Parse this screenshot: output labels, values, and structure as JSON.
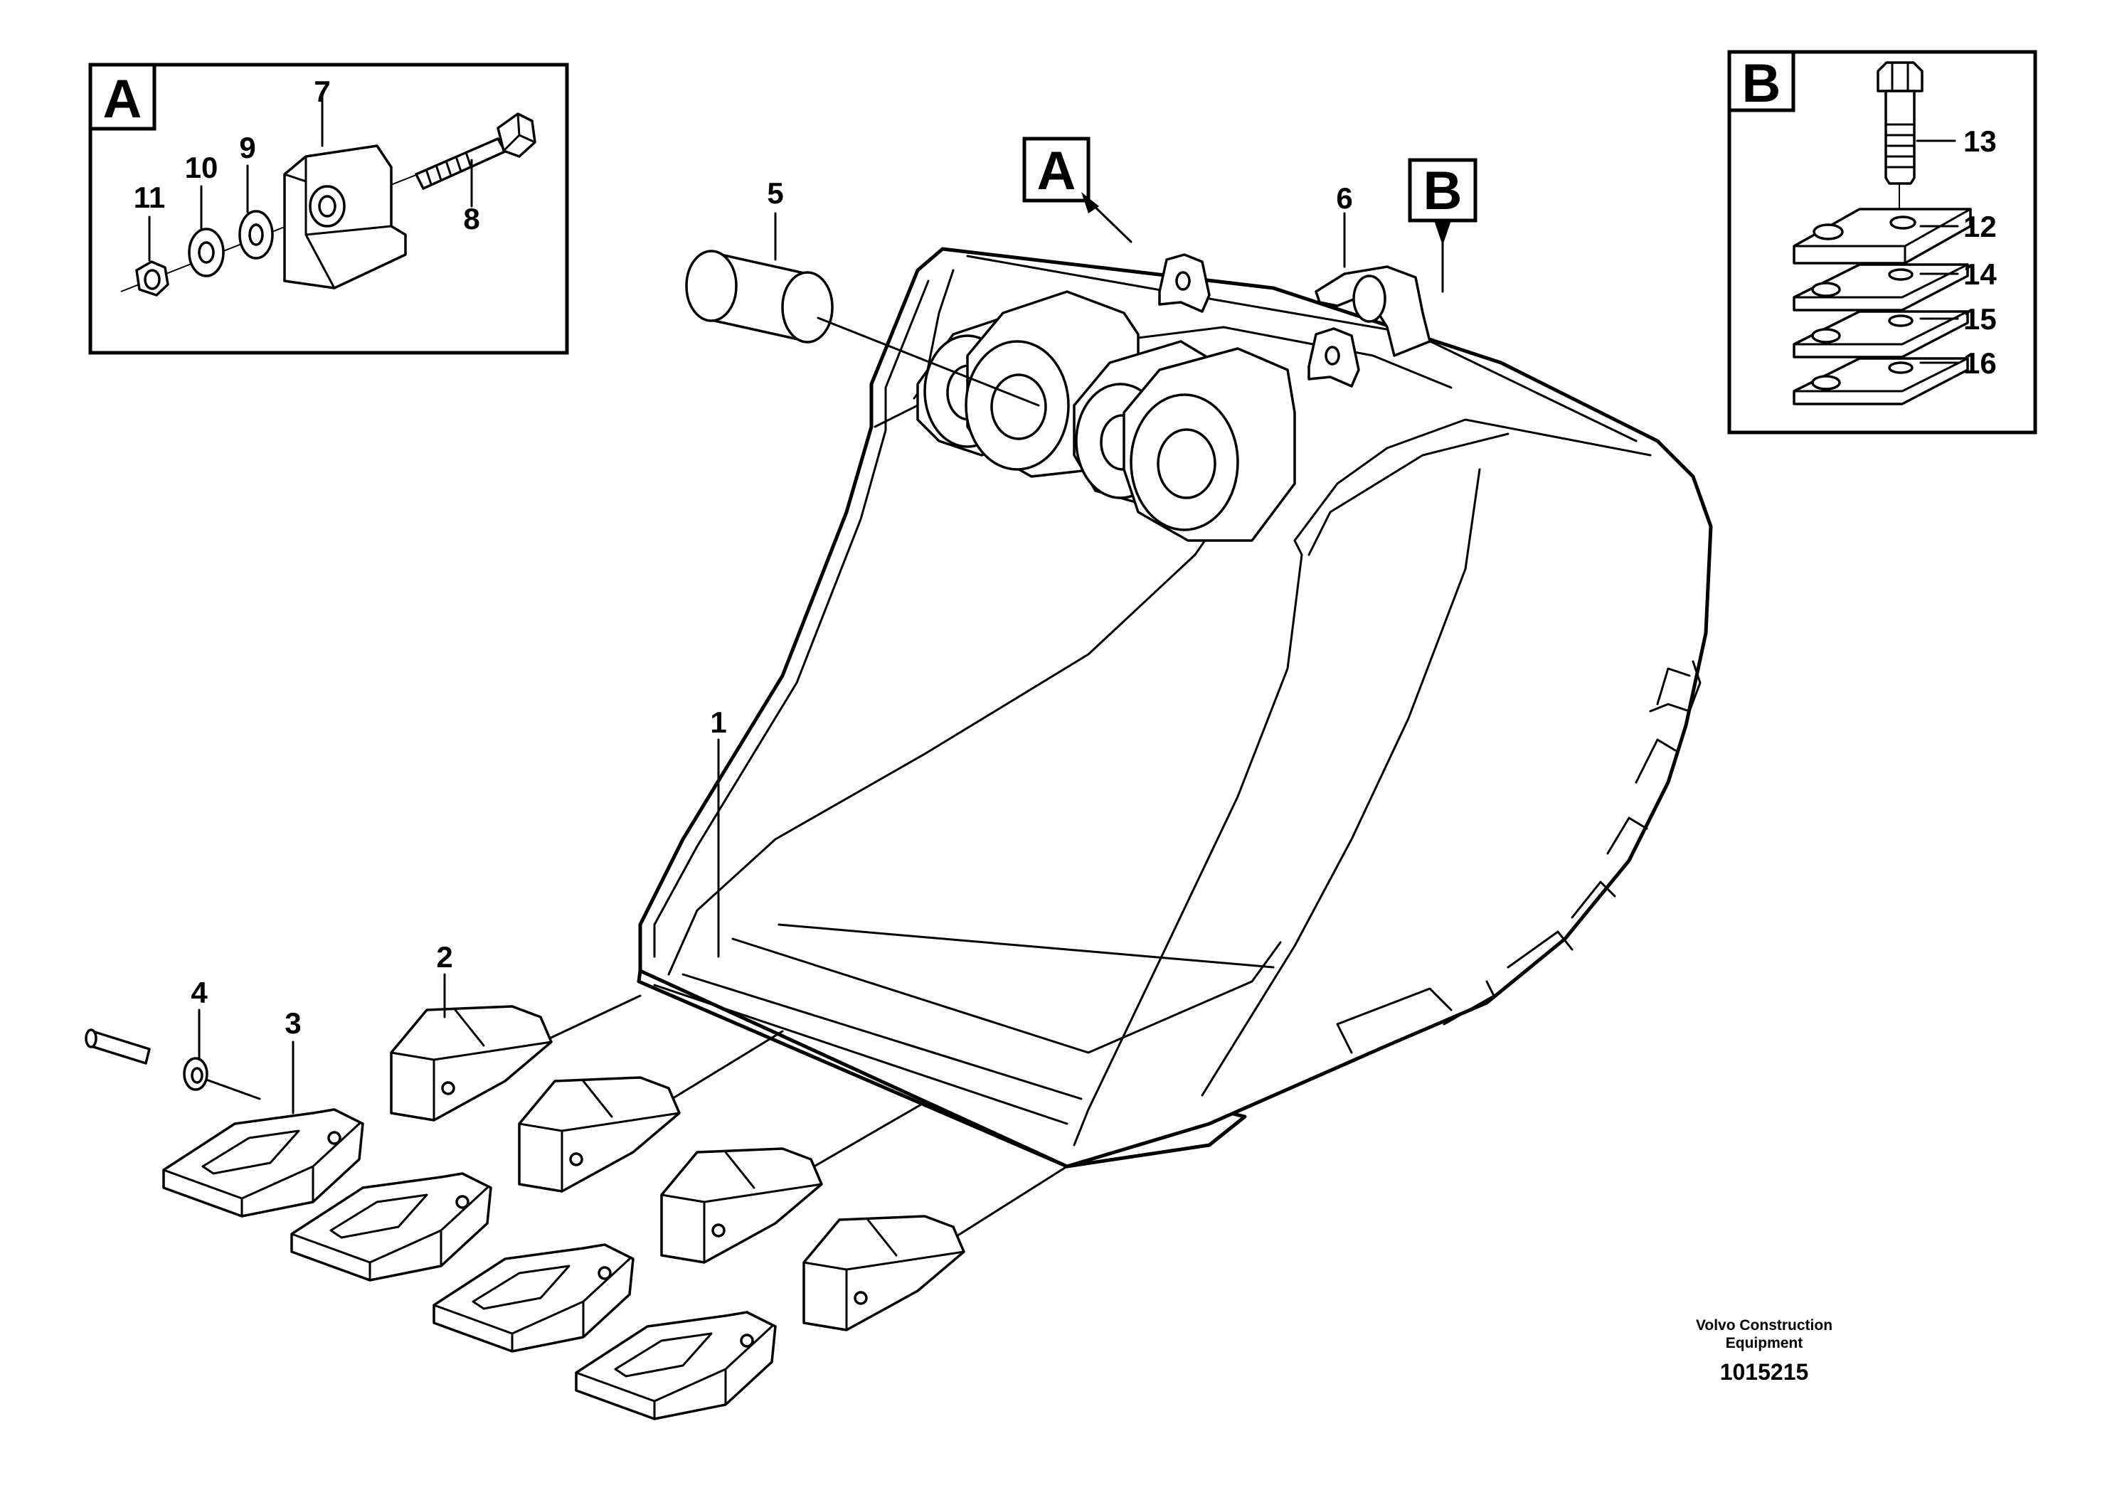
{
  "detail_a": {
    "letter": "A",
    "labels": {
      "p7": "7",
      "p8": "8",
      "p9": "9",
      "p10": "10",
      "p11": "11"
    }
  },
  "detail_b": {
    "letter": "B",
    "labels": {
      "p12": "12",
      "p13": "13",
      "p14": "14",
      "p15": "15",
      "p16": "16"
    }
  },
  "main": {
    "callout_a": "A",
    "callout_b": "B",
    "labels": {
      "p1": "1",
      "p2": "2",
      "p3": "3",
      "p4": "4",
      "p5": "5",
      "p6": "6"
    }
  },
  "footer": {
    "company_line1": "Volvo Construction",
    "company_line2": "Equipment",
    "drawing_id": "1015215"
  }
}
